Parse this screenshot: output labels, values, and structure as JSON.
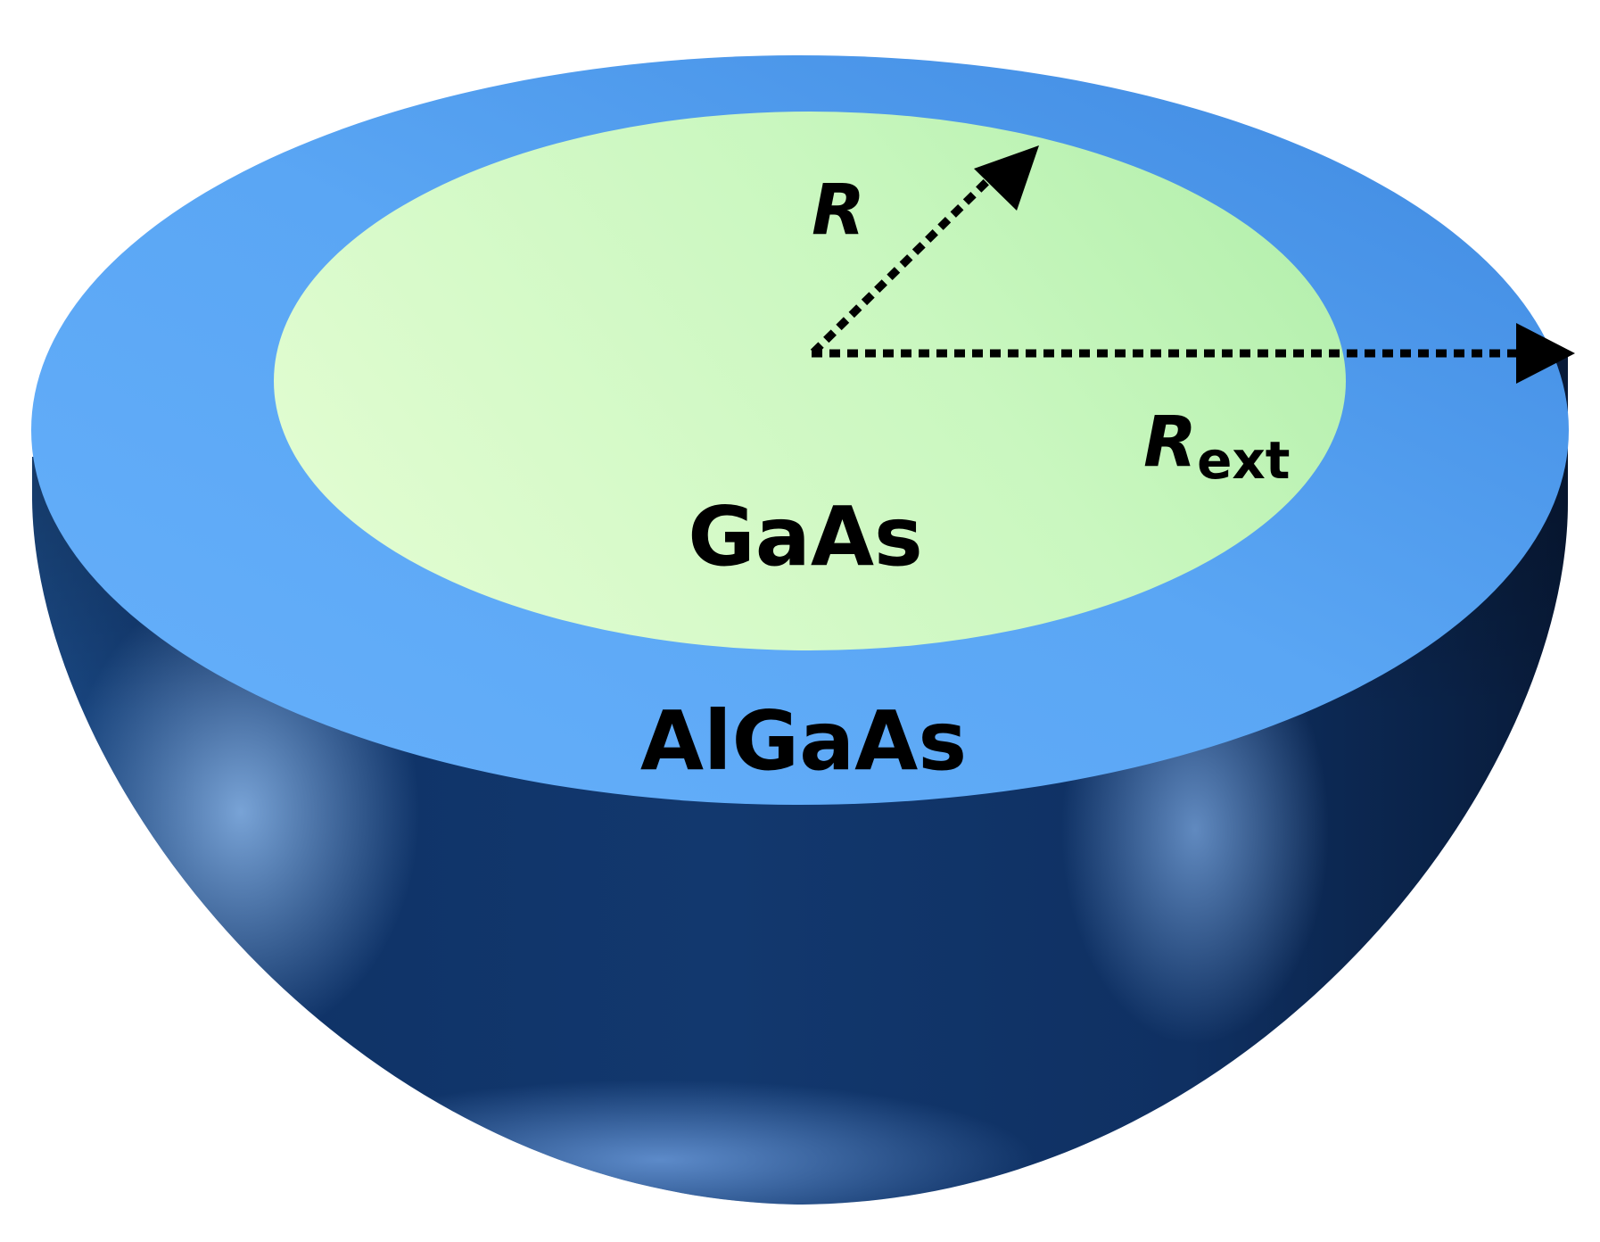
{
  "diagram": {
    "core_material": "GaAs",
    "shell_material": "AlGaAs",
    "inner_radius_label": "R",
    "outer_radius_label": "R",
    "outer_radius_subscript": "ext",
    "colors": {
      "core_top": "#d8fbc8",
      "core_edge": "#bdf2b4",
      "shell_top_light": "#6bb2f7",
      "shell_top_dark": "#3f8de6",
      "body_dark": "#0d2a55",
      "body_mid": "#1d4f8f",
      "body_highlight": "#6f9edd",
      "arrow": "#000000"
    }
  }
}
